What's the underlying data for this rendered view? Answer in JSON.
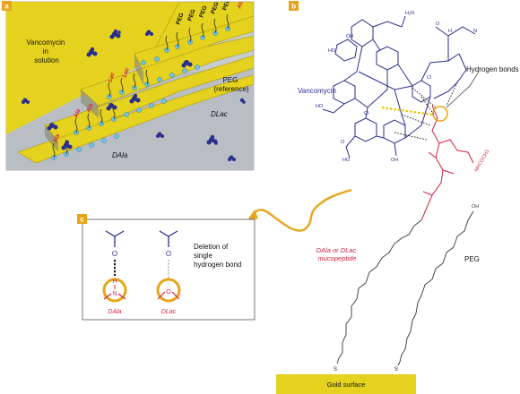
{
  "panels": {
    "a": {
      "letter": "a",
      "vancomycin_solution": [
        "Vancomycin",
        "in",
        "solution"
      ],
      "peg_reference": [
        "PEG",
        "(reference)"
      ],
      "d_lac": "DLac",
      "d_ala": "DAla",
      "peg_tag": "PEG",
      "ala_tag": "Ala",
      "lac_tag": "Lac"
    },
    "b": {
      "letter": "b",
      "vancomycin": "Vancomycin",
      "hydrogen_bonds": "Hydrogen bonds",
      "mucopeptide": [
        "DAla or DLac",
        "mucopeptide"
      ],
      "peg": "PEG",
      "gold_surface": "Gold surface",
      "nhcoch3": "NHCOCH3",
      "s_label": "S"
    },
    "c": {
      "letter": "c",
      "deletion": [
        "Deletion of",
        "single",
        "hydrogen bond"
      ],
      "d_ala": "DAla",
      "d_lac": "DLac",
      "o": "O",
      "h": "H",
      "n": "N"
    }
  },
  "colors": {
    "gold": "#e4d21f",
    "gold_dark": "#b9a514",
    "gray_surface": "#9a9fa5",
    "vancomycin_blue": "#2a2e8c",
    "red": "#d4213f",
    "orange": "#e8a419",
    "bond_yellow": "#f0c000"
  }
}
